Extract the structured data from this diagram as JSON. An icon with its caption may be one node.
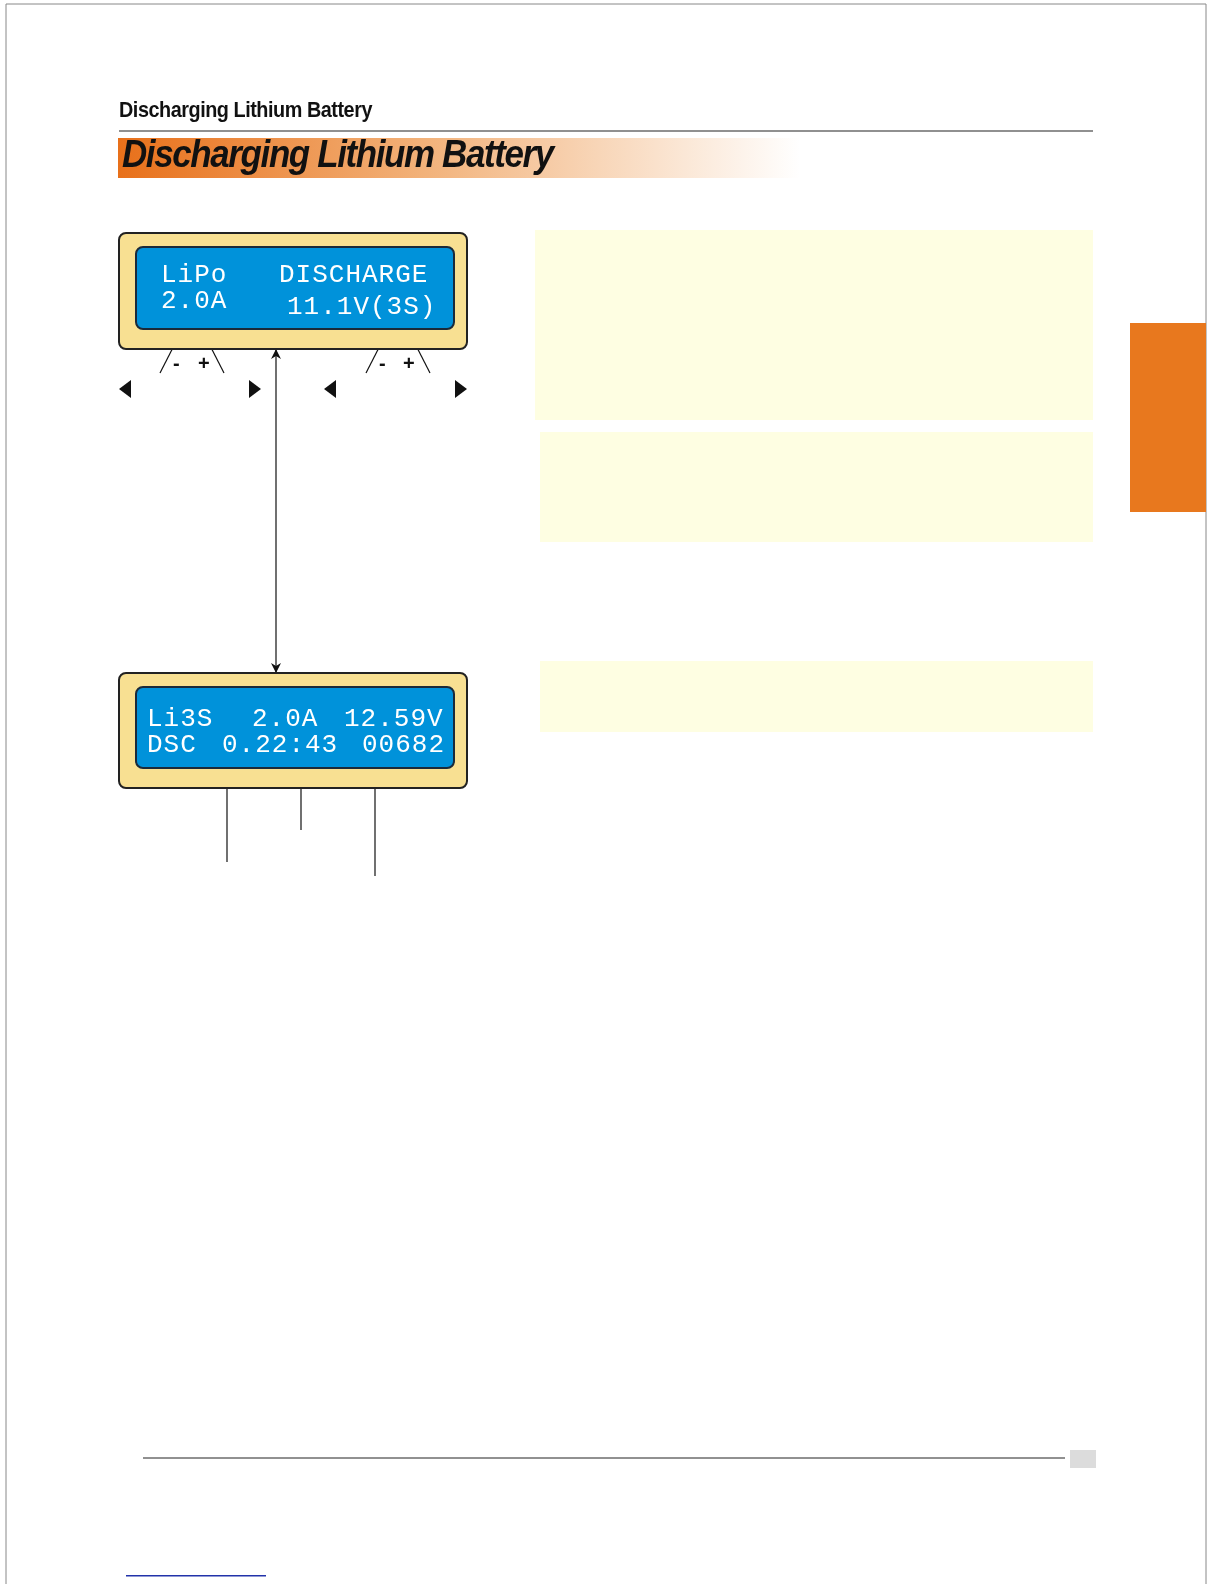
{
  "diagram": {
    "title": "Discharging Lithium Battery",
    "nodes": [
      {
        "text": [],
        "shape": "box"
      },
      {
        "text": [
          "LiPo",
          "DISCHARGE",
          "2.0A",
          "11.1V(3S)"
        ],
        "in": 0
      },
      {
        "text": [],
        "shape": "box"
      },
      {
        "text": [
          "Li3S",
          "2.0A",
          "12.59V",
          "DSC",
          "0.22:43",
          "00682"
        ],
        "in": 2
      },
      {
        "text": [],
        "shape": "bar"
      }
    ],
    "edges": [
      {
        "from": 0,
        "to": 2,
        "arrow": "both"
      },
      {
        "from": null,
        "to": 1,
        "arrow": "none"
      },
      {
        "from": null,
        "to": 1,
        "arrow": "none"
      },
      {
        "from": null,
        "to": 1,
        "arrow": "none"
      },
      {
        "from": null,
        "to": 1,
        "arrow": "none"
      },
      {
        "from": null,
        "to": 3,
        "arrow": "none"
      },
      {
        "from": null,
        "to": 3,
        "arrow": "none"
      },
      {
        "from": null,
        "to": 3,
        "arrow": "none"
      }
    ],
    "labels": [
      "Discharging Lithium Battery",
      "-",
      "+",
      "-",
      "+"
    ]
  }
}
